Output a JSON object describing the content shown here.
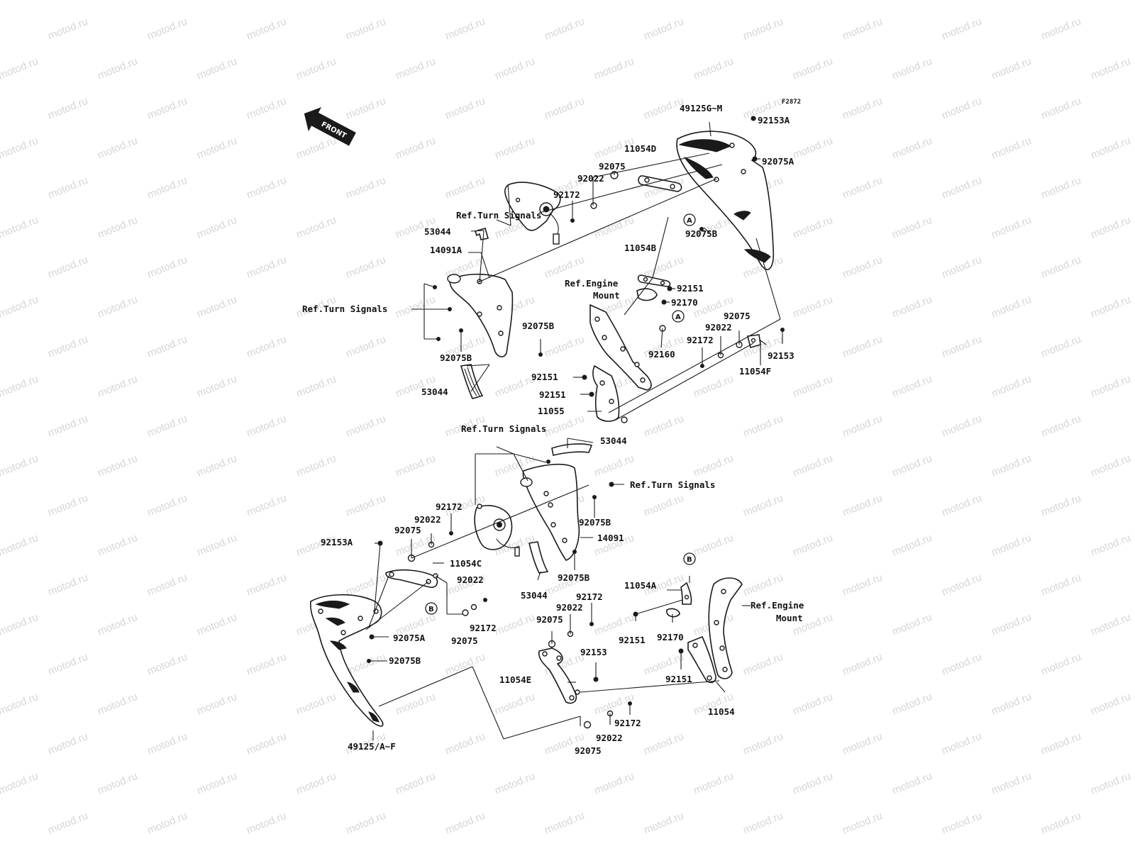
{
  "drawing_code": "F2872",
  "watermark": "motod.ru",
  "front_arrow": "FRONT",
  "labels": [
    {
      "id": "l01",
      "text": "49125G~M"
    },
    {
      "id": "l02",
      "text": "92153A"
    },
    {
      "id": "l03",
      "text": "11054D"
    },
    {
      "id": "l04",
      "text": "92075"
    },
    {
      "id": "l05",
      "text": "92022"
    },
    {
      "id": "l06",
      "text": "92075A"
    },
    {
      "id": "l07",
      "text": "92172"
    },
    {
      "id": "l08",
      "text": "Ref.Turn Signals"
    },
    {
      "id": "l09",
      "text": "53044"
    },
    {
      "id": "l10",
      "text": "92075B"
    },
    {
      "id": "l11",
      "text": "14091A"
    },
    {
      "id": "l12",
      "text": "11054B"
    },
    {
      "id": "l13",
      "text": "Ref.Engine"
    },
    {
      "id": "l14",
      "text": "Mount"
    },
    {
      "id": "l15",
      "text": "92151"
    },
    {
      "id": "l16",
      "text": "92170"
    },
    {
      "id": "l17",
      "text": "Ref.Turn Signals"
    },
    {
      "id": "l18",
      "text": "92075"
    },
    {
      "id": "l19",
      "text": "92022"
    },
    {
      "id": "l20",
      "text": "92172"
    },
    {
      "id": "l21",
      "text": "92075B"
    },
    {
      "id": "l22",
      "text": "92160"
    },
    {
      "id": "l23",
      "text": "92153"
    },
    {
      "id": "l24",
      "text": "92075B"
    },
    {
      "id": "l25",
      "text": "11054F"
    },
    {
      "id": "l26",
      "text": "92151"
    },
    {
      "id": "l27",
      "text": "53044"
    },
    {
      "id": "l28",
      "text": "92151"
    },
    {
      "id": "l29",
      "text": "11055"
    },
    {
      "id": "l30",
      "text": "Ref.Turn Signals"
    },
    {
      "id": "l31",
      "text": "53044"
    },
    {
      "id": "l32",
      "text": "Ref.Turn Signals"
    },
    {
      "id": "l33",
      "text": "92172"
    },
    {
      "id": "l34",
      "text": "92022"
    },
    {
      "id": "l35",
      "text": "92075B"
    },
    {
      "id": "l36",
      "text": "92153A"
    },
    {
      "id": "l37",
      "text": "92075"
    },
    {
      "id": "l38",
      "text": "14091"
    },
    {
      "id": "l39",
      "text": "11054C"
    },
    {
      "id": "l40",
      "text": "92022"
    },
    {
      "id": "l41",
      "text": "92075B"
    },
    {
      "id": "l42",
      "text": "53044"
    },
    {
      "id": "l43",
      "text": "92172"
    },
    {
      "id": "l44",
      "text": "11054A"
    },
    {
      "id": "l45",
      "text": "92022"
    },
    {
      "id": "l46",
      "text": "Ref.Engine"
    },
    {
      "id": "l47",
      "text": "Mount"
    },
    {
      "id": "l48",
      "text": "92075"
    },
    {
      "id": "l49",
      "text": "92172"
    },
    {
      "id": "l50",
      "text": "92075A"
    },
    {
      "id": "l51",
      "text": "92075"
    },
    {
      "id": "l52",
      "text": "92151"
    },
    {
      "id": "l53",
      "text": "92170"
    },
    {
      "id": "l54",
      "text": "92075B"
    },
    {
      "id": "l55",
      "text": "92153"
    },
    {
      "id": "l56",
      "text": "92151"
    },
    {
      "id": "l57",
      "text": "11054E"
    },
    {
      "id": "l58",
      "text": "11054"
    },
    {
      "id": "l59",
      "text": "92172"
    },
    {
      "id": "l60",
      "text": "92022"
    },
    {
      "id": "l61",
      "text": "49125/A~F"
    },
    {
      "id": "l62",
      "text": "92075"
    }
  ],
  "reference_markers": [
    {
      "id": "ma1",
      "text": "A"
    },
    {
      "id": "ma2",
      "text": "A"
    },
    {
      "id": "mb1",
      "text": "B"
    },
    {
      "id": "mb2",
      "text": "B"
    }
  ]
}
